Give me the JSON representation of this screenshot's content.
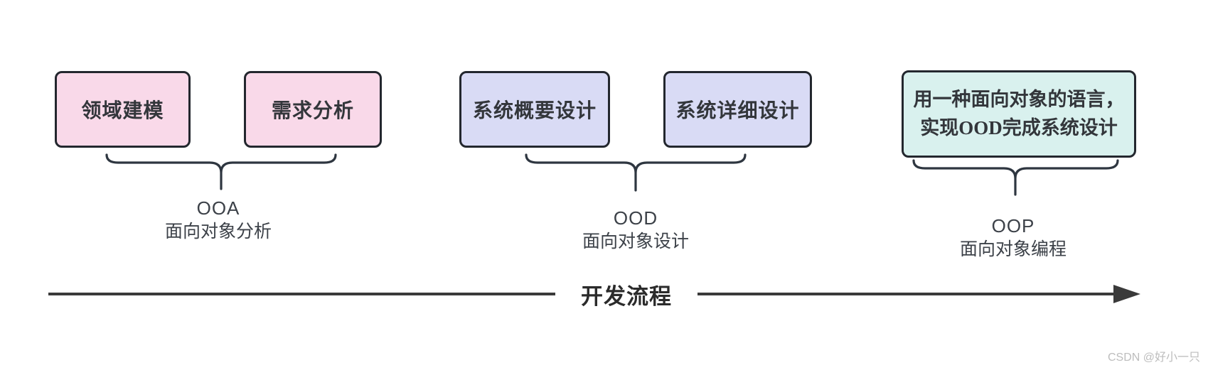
{
  "diagram": {
    "groups": [
      {
        "boxes": [
          {
            "label": "领域建模"
          },
          {
            "label": "需求分析"
          }
        ],
        "abbr": "OOA",
        "name": "面向对象分析"
      },
      {
        "boxes": [
          {
            "label": "系统概要设计"
          },
          {
            "label": "系统详细设计"
          }
        ],
        "abbr": "OOD",
        "name": "面向对象设计"
      },
      {
        "boxes": [
          {
            "line1": "用一种面向对象的语言，",
            "line2": "实现OOD完成系统设计"
          }
        ],
        "abbr": "OOP",
        "name": "面向对象编程"
      }
    ],
    "axis": {
      "label": "开发流程"
    },
    "watermark": "CSDN @好小一只",
    "colors": {
      "pink_box": "#f9d9e9",
      "lavender_box": "#d9dbf5",
      "mint_box": "#d9f1ee",
      "box_border": "#23272e",
      "brace": "#2e3640",
      "arrow": "#3a3a3a"
    }
  }
}
